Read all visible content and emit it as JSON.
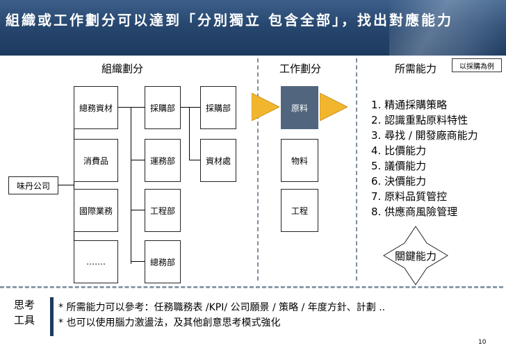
{
  "title": "組織或工作劃分可以達到「分別獨立 包含全部」，找出對應能力",
  "headers": {
    "org": "組織劃分",
    "work": "工作劃分",
    "ability": "所需能力"
  },
  "example_tag": "以採購為例",
  "company": "味丹公司",
  "divisions": [
    "總務資材",
    "消費品",
    "國際業務",
    "……."
  ],
  "departments": [
    "採購部",
    "運務部",
    "工程部",
    "總務部"
  ],
  "sections": [
    "採購部",
    "資材處"
  ],
  "work_items": [
    "原料",
    "物料",
    "工程"
  ],
  "capabilities": [
    "1. 精通採購策略",
    "2. 認識重點原料特性",
    "3. 尋找 / 開發廠商能力",
    "4. 比價能力",
    "5. 議價能力",
    "6. 決價能力",
    "7. 原料品質管控",
    "8. 供應商風險管理"
  ],
  "key_ability": "關鍵能力",
  "thinking_tools_label": [
    "思考",
    "工具"
  ],
  "notes": [
    "* 所需能力可以參考：任務職務表 /KPI/ 公司願景 / 策略 / 年度方針、計劃 ..",
    "* 也可以使用腦力激盪法，及其他創意思考模式強化"
  ],
  "page_number": "10",
  "colors": {
    "banner": "#27476f",
    "highlight_box": "#51667e",
    "arrow": "#f2b62e",
    "separator": "#7f8e9d"
  }
}
